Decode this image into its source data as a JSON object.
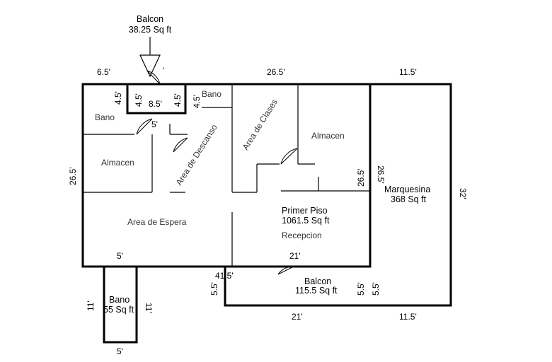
{
  "rooms": {
    "balcon_top": {
      "name": "Balcon",
      "area": "38.25 Sq ft"
    },
    "bano_left": "Bano",
    "bano_small": "Bano",
    "almacen_left": "Almacen",
    "area_descanso": "Area de Descanso",
    "area_clases": "Area de Clases",
    "almacen_right": "Almacen",
    "area_espera": "Area de Espera",
    "primer_piso": {
      "name": "Primer Piso",
      "area": "1061.5 Sq ft"
    },
    "recepcion": "Recepcion",
    "marquesina": {
      "name": "Marquesina",
      "area": "368 Sq ft"
    },
    "balcon_bottom": {
      "name": "Balcon",
      "area": "115.5 Sq ft"
    },
    "bano_bottom": {
      "name": "Bano",
      "area": "55 Sq ft"
    }
  },
  "dimensions": {
    "top_left": "6.5'",
    "top_door_mark": "'",
    "top_mid": "26.5'",
    "top_right": "11.5'",
    "closet_left": "4.5'",
    "closet_inner_left": "4.5'",
    "closet_width": "8.5'",
    "closet_inner_right": "4.5'",
    "closet_right": "4.5'",
    "bano_door": "5'",
    "left_height": "26.5'",
    "mid_height": "26.5'",
    "marquesina_height": "26.5'",
    "right_height": "32'",
    "bottom_left": "5'",
    "recepcion_width": "21'",
    "balcon_left": "5.5'",
    "balcon_offset": "41.5'",
    "balcon_right": "5.5'",
    "marquesina_low": "5.5'",
    "balcon_bottom": "21'",
    "marquesina_bottom": "11.5'",
    "bano_left_side": "11'",
    "bano_right_side": "11'",
    "bano_width": "5'"
  }
}
